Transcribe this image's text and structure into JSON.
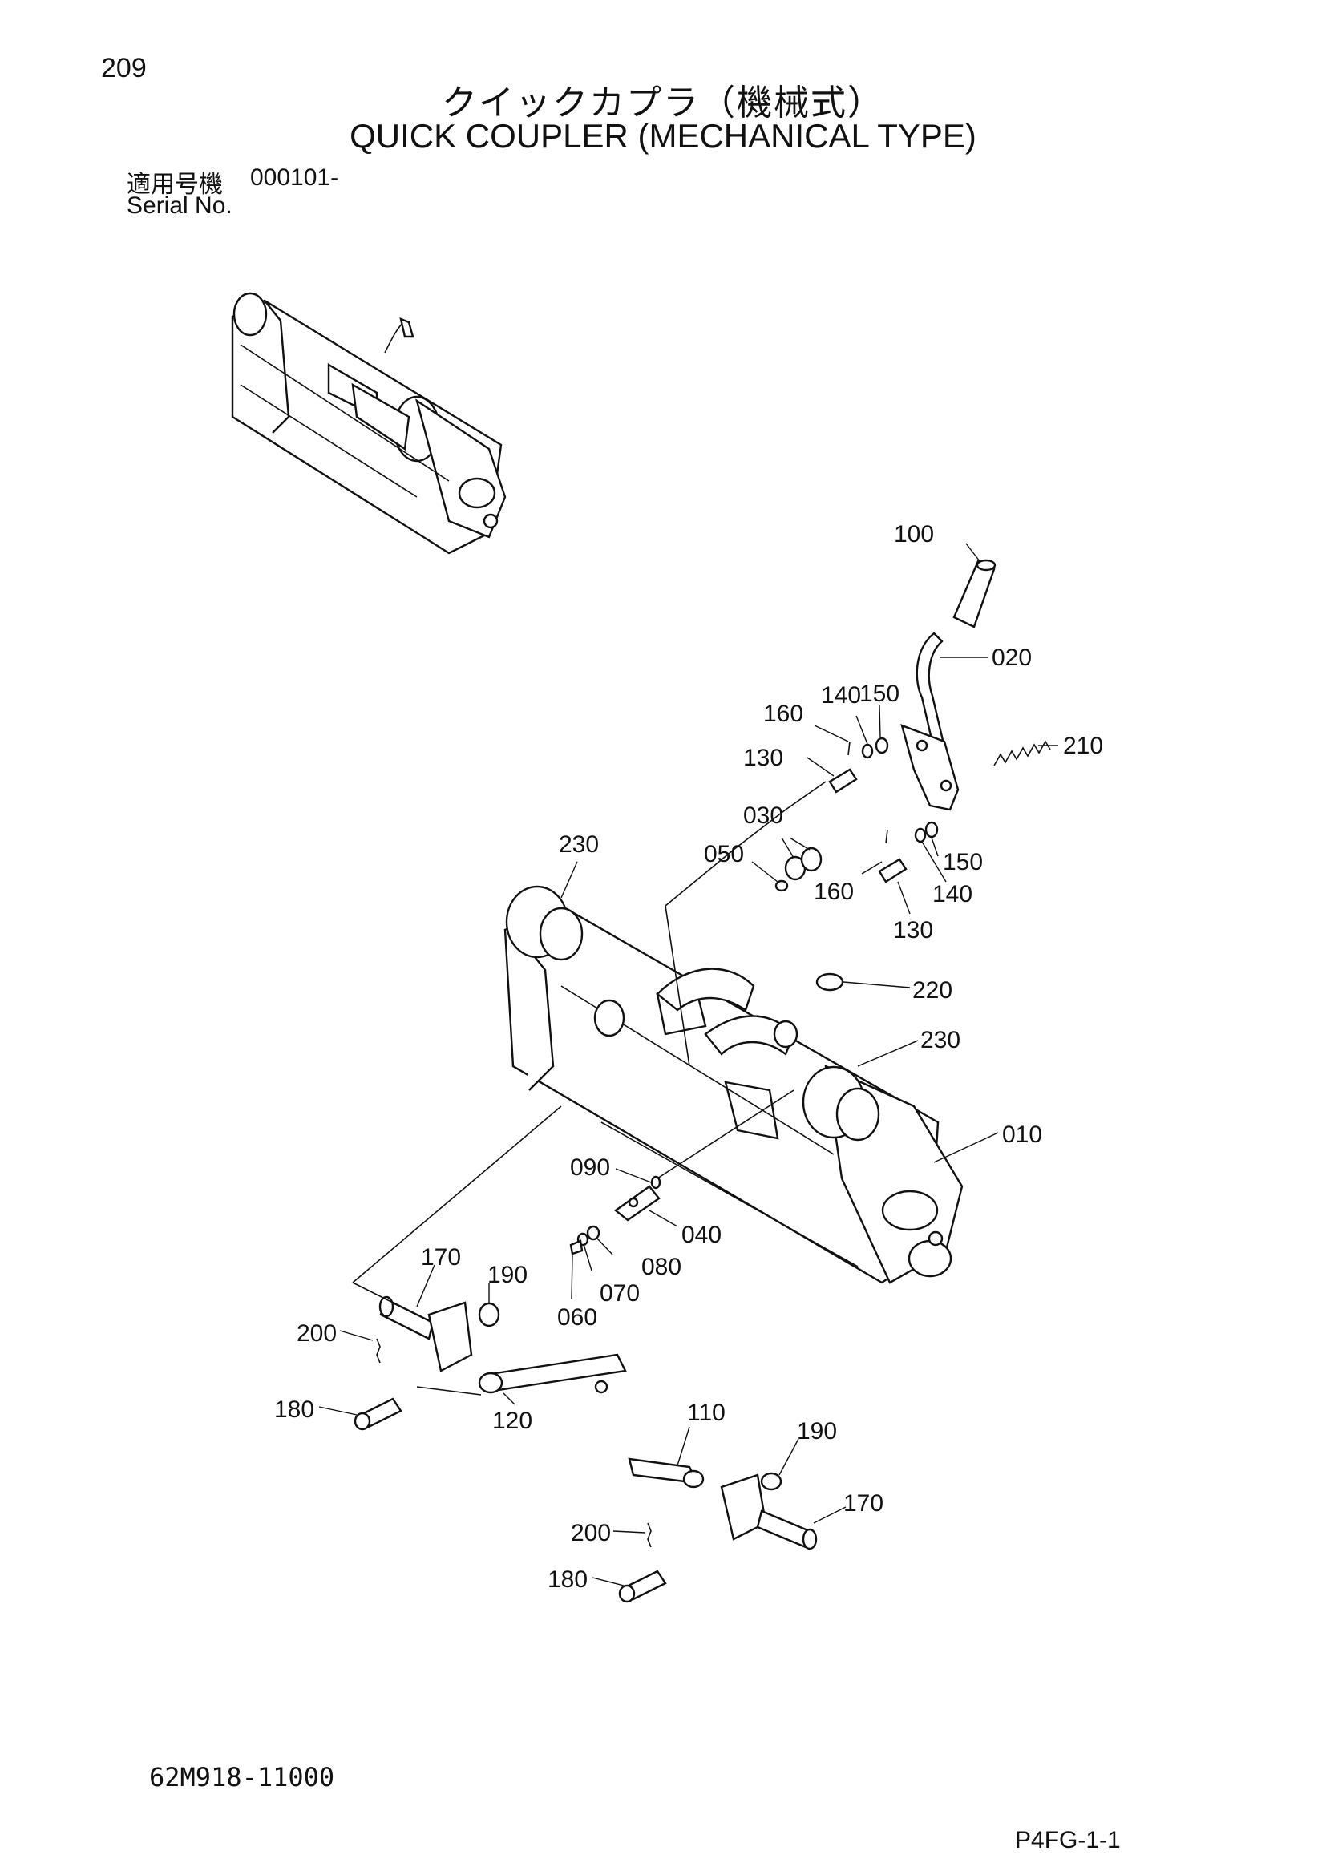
{
  "page_number": "209",
  "title_jp": "クイックカプラ（機械式）",
  "title_en": "QUICK COUPLER (MECHANICAL TYPE)",
  "serial": {
    "label_jp": "適用号機",
    "value": "000101-",
    "label_en": "Serial No."
  },
  "doc_code": "62M918-11000",
  "page_code": "P4FG-1-1",
  "callouts": {
    "c100": "100",
    "c020": "020",
    "c150a": "150",
    "c140a": "140",
    "c160a": "160",
    "c130a": "130",
    "c210": "210",
    "c030": "030",
    "c050": "050",
    "c230a": "230",
    "c160b": "160",
    "c150b": "150",
    "c140b": "140",
    "c130b": "130",
    "c220": "220",
    "c230b": "230",
    "c010": "010",
    "c090": "090",
    "c040": "040",
    "c080": "080",
    "c070": "070",
    "c060": "060",
    "c170a": "170",
    "c190a": "190",
    "c200a": "200",
    "c180a": "180",
    "c120": "120",
    "c110": "110",
    "c190b": "190",
    "c170b": "170",
    "c200b": "200",
    "c180b": "180"
  }
}
